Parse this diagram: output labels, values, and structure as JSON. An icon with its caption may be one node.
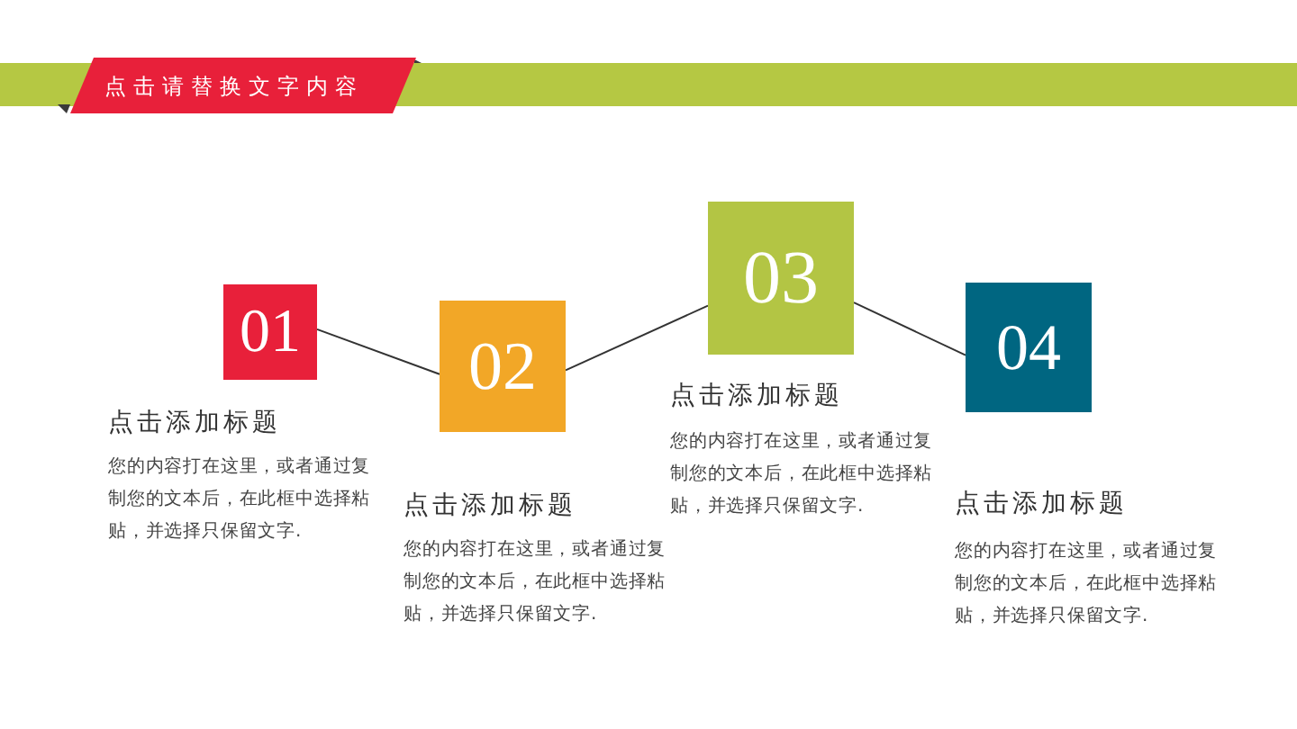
{
  "diagram": {
    "title": "点击请替换文字内容",
    "nodes": [
      {
        "text": [
          "01"
        ],
        "beside": [
          "点击添加标题",
          "您的内容打在这里，或者通过复制您的文本后，在此框中选择粘贴，并选择只保留文字."
        ]
      },
      {
        "text": [
          "02"
        ],
        "beside": [
          "点击添加标题",
          "您的内容打在这里，或者通过复制您的文本后，在此框中选择粘贴，并选择只保留文字."
        ]
      },
      {
        "text": [
          "03"
        ],
        "beside": [
          "点击添加标题",
          "您的内容打在这里，或者通过复制您的文本后，在此框中选择粘贴，并选择只保留文字."
        ]
      },
      {
        "text": [
          "04"
        ],
        "beside": [
          "点击添加标题",
          "您的内容打在这里，或者通过复制您的文本后，在此框中选择粘贴，并选择只保留文字."
        ]
      }
    ],
    "edges": [
      {
        "from": 0,
        "to": 1,
        "arrow": "none"
      },
      {
        "from": 1,
        "to": 2,
        "arrow": "none"
      },
      {
        "from": 2,
        "to": 3,
        "arrow": "none"
      }
    ]
  }
}
